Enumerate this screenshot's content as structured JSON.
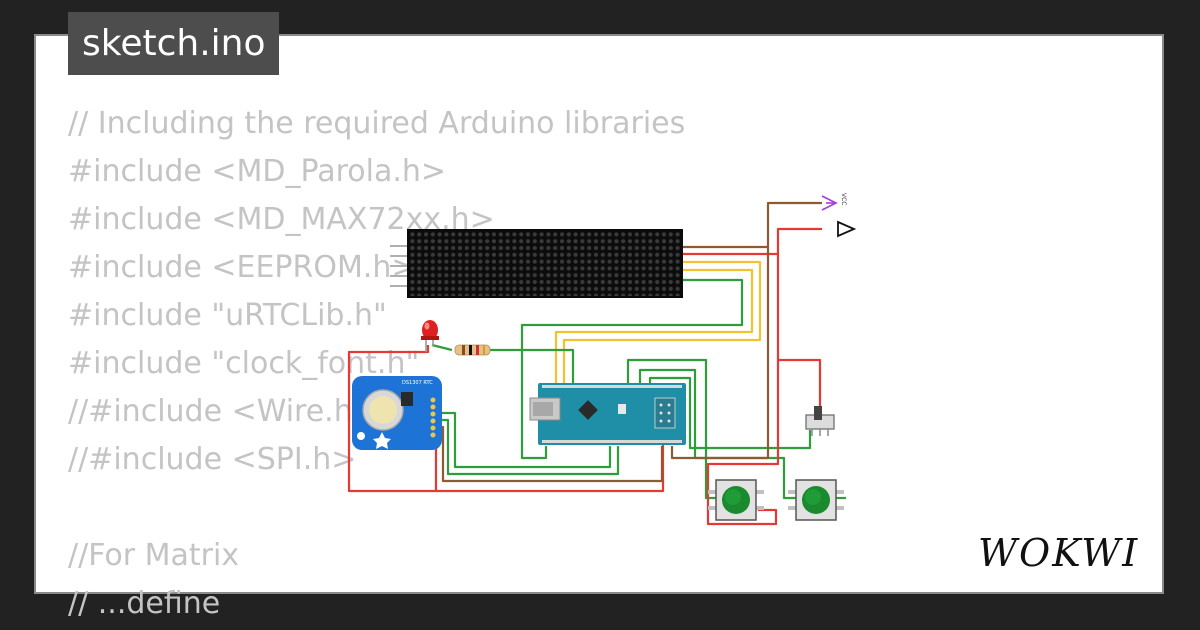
{
  "file": {
    "name": "sketch.ino"
  },
  "code_lines": [
    "// Including the required Arduino libraries",
    "#include <MD_Parola.h>",
    "#include <MD_MAX72xx.h>",
    "#include <EEPROM.h>",
    "#include \"uRTCLib.h\"",
    "#include \"clock_font.h\"",
    "//#include <Wire.h>",
    "//#include <SPI.h>",
    "",
    "//For Matrix",
    "// ...define"
  ],
  "circuit": {
    "vcc_label": "VCC",
    "rtc_label": "DS1307 RTC"
  },
  "brand": {
    "logo_text": "WOKWI"
  },
  "colors": {
    "background": "#222222",
    "card": "#ffffff",
    "title_tab": "#4d4d4d",
    "code_text": "#c4c4c4",
    "wire_red": "#e53935",
    "wire_brown": "#8d5a32",
    "wire_green": "#2e9e3a",
    "wire_yellow": "#f2c230",
    "nano_board": "#1f8fa8",
    "rtc_board": "#1e73d6",
    "button_cap": "#1b8a2e"
  }
}
